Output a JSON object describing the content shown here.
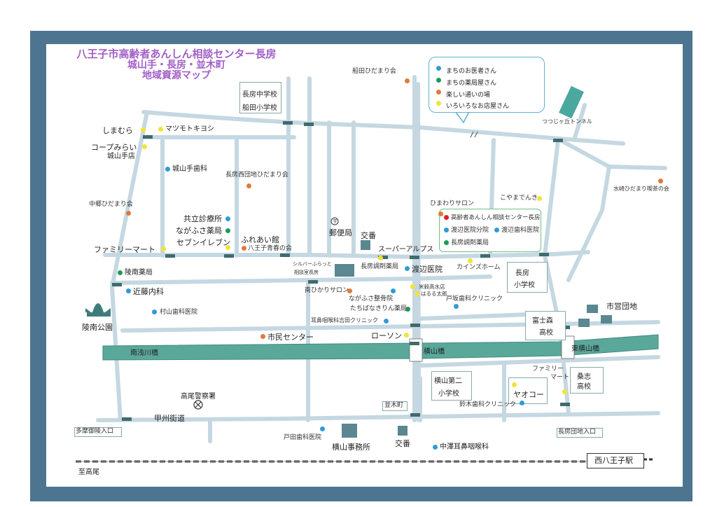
{
  "title": {
    "line1": "八王子市高齢者あんしん相談センター長房",
    "line2": "城山手・長房・並木町",
    "line3": "地域資源マップ"
  },
  "legend": {
    "doctor": "まちのお医者さん",
    "pharmacy": "まちの薬局屋さん",
    "gathering": "楽しい通いの場",
    "shops": "いろいろなお店屋さん"
  },
  "colors": {
    "frame": "#4e7590",
    "road": "#c9dbe4",
    "river": "#5aa89a",
    "doctor": "#2f9bd6",
    "pharmacy": "#1e9a5a",
    "gathering": "#e07a3a",
    "shops": "#f2e33a",
    "center": "#e02020",
    "title": "#a25fc7"
  },
  "labels": {
    "funada_gathering": "船田ひだまり会",
    "nagabusa_jhs": "長房中学校",
    "funada_es": "船田小学校",
    "shimamura": "しまむら",
    "matsumoto": "マツモトキヨシ",
    "coop": "コープみらい",
    "coop2": "城山手店",
    "shiroyamate_dental": "城山手歯科",
    "nishi_gathering": "長房西団地ひだまり会",
    "nakago_gathering": "中郷ひだまり会",
    "kyoritsu": "共立診療所",
    "nagafusa_pharmacy": "ながふさ薬局",
    "seven": "セブンイレブン",
    "fureai": "ふれあい館",
    "hachioji_seishun": "八王子青春の会",
    "family_mart1": "ファミリーマート",
    "ryonan_pharmacy": "陵南薬局",
    "kondo": "近藤内科",
    "murayama": "村山歯科医院",
    "ryonan_park": "陵南公園",
    "post": "郵便局",
    "koban1": "交番",
    "super_alps": "スーパーアルプス",
    "silver1": "シルバーふらっと",
    "silver2": "相談室長房",
    "nagabusa_pharmacy": "長房調剤薬局",
    "watanabe": "渡辺医院",
    "minami_hikari": "南ひかりサロン",
    "nagafusa_seikotsu": "ながふさ整骨院",
    "tachibana": "たちばなきりん薬局",
    "jibi_yoshida": "耳鼻咽喉科吉田クリニック",
    "yoneno": "米穀高水店",
    "haruru": "はるる太郎",
    "tosaka": "戸坂歯科クリニック",
    "kains": "カインズホーム",
    "himawari": "ひまわりサロン",
    "center1": "高齢者あんしん相談センター長房",
    "watanabe_bunin": "渡辺医院分院",
    "watanabe_dental": "渡辺歯科医院",
    "nagabusa_chozai": "長房調剤薬局",
    "koyama": "こやまでんき",
    "tsutsujigaoka": "つつじヶ丘トンネル",
    "mizuki": "水崎ひだまり喫茶の会",
    "nagabusa_es1": "長房",
    "nagabusa_es2": "小学校",
    "fujimori1": "富士森",
    "fujimori2": "高校",
    "shiei": "市営団地",
    "lawson": "ローソン",
    "shimin": "市民センター",
    "minami_asakawa": "南浅川橋",
    "yokoyama_bridge": "横山橋",
    "higashi_yokoyama": "東横山橋",
    "yokoyama2_1": "横山第二",
    "yokoyama2_2": "小学校",
    "family_mart2a": "ファミリー",
    "family_mart2b": "マート",
    "sowa1": "桑志",
    "sowa2": "高校",
    "yaoko": "ヤオコー",
    "suzuki": "鈴木歯科クリニック",
    "takao_police": "高尾警察署",
    "koshu": "甲州街道",
    "tama_goryo": "多摩御陵入口",
    "namikicho": "並木町",
    "toda": "戸田歯科医院",
    "yokoyama_office": "横山事務所",
    "koban2": "交番",
    "nakazawa": "中澤耳鼻咽喉科",
    "nagabusa_danchi": "長房団地入口",
    "nishi_hachioji": "西八王子駅",
    "to_takao": "至高尾"
  }
}
